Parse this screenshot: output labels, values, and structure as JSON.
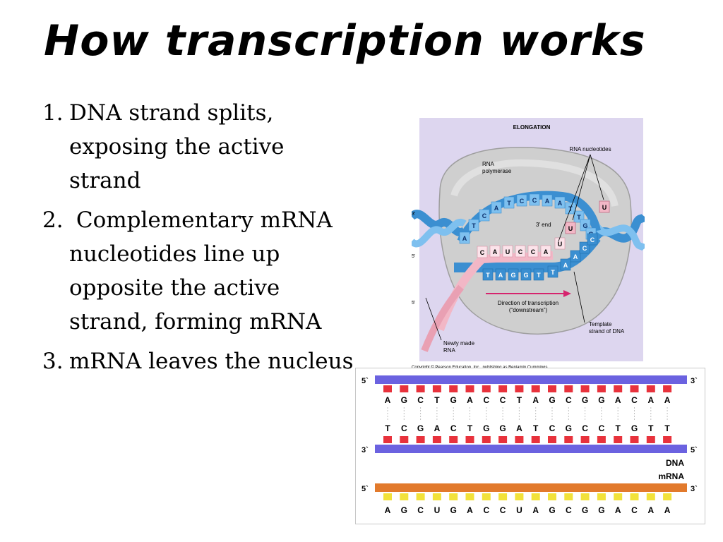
{
  "slide": {
    "title": "How transcription works",
    "items": [
      {
        "number": "1.",
        "text": "DNA strand splits, exposing the active strand"
      },
      {
        "number": "2.",
        "text": " Complementary mRNA nucleotides line up opposite the active strand, forming mRNA"
      },
      {
        "number": "3.",
        "text": "mRNA leaves the nucleus"
      }
    ]
  },
  "elongation_figure": {
    "heading": "ELONGATION",
    "label_rna_nucleotides": "RNA nucleotides",
    "label_rna_polymerase_1": "RNA",
    "label_rna_polymerase_2": "polymerase",
    "label_3_end": "3′ end",
    "label_direction_1": "Direction of transcription",
    "label_direction_2": "(“downstream”)",
    "label_template_1": "Template",
    "label_template_2": "strand of DNA",
    "label_newly_made_1": "Newly made",
    "label_newly_made_2": "RNA",
    "label_left_3": "3′",
    "label_left_5a": "5′",
    "label_left_5b": "5′",
    "upper_strand_bases": [
      "A",
      "T",
      "C",
      "A",
      "T",
      "C",
      "C",
      "A",
      "A",
      "T",
      "T",
      "G",
      "G"
    ],
    "rna_bases": [
      "C",
      "A",
      "U",
      "C",
      "C",
      "A",
      "U"
    ],
    "template_bases": [
      "T",
      "A",
      "G",
      "G",
      "T",
      "T",
      "A",
      "A",
      "C",
      "C"
    ],
    "free_nucleotides": [
      "U",
      "U"
    ],
    "copyright": "Copyright © Pearson Education, Inc., publishing as Benjamin Cummings.",
    "colors": {
      "background": "#ddd6ef",
      "polymerase": "#cfcfcf",
      "dna": "#3b8fd1",
      "rna": "#f2b7c6",
      "arrow": "#d6246e"
    }
  },
  "pairing_figure": {
    "dna_top_bases": [
      "A",
      "G",
      "C",
      "T",
      "G",
      "A",
      "C",
      "C",
      "T",
      "A",
      "G",
      "C",
      "G",
      "G",
      "A",
      "C",
      "A",
      "A"
    ],
    "dna_bottom_bases": [
      "T",
      "C",
      "G",
      "A",
      "C",
      "T",
      "G",
      "G",
      "A",
      "T",
      "C",
      "G",
      "C",
      "C",
      "T",
      "G",
      "T",
      "T"
    ],
    "mrna_bases": [
      "A",
      "G",
      "C",
      "U",
      "G",
      "A",
      "C",
      "C",
      "U",
      "A",
      "G",
      "C",
      "G",
      "G",
      "A",
      "C",
      "A",
      "A"
    ],
    "top_left_label": "5`",
    "top_right_label": "3`",
    "bottom_left_label": "3`",
    "bottom_right_label": "5`",
    "mrna_left_label": "5`",
    "mrna_right_label": "3`",
    "dna_label": "DNA",
    "mrna_label": "mRNA",
    "colors": {
      "dna_backbone": "#6b62e0",
      "dna_tick": "#e8323c",
      "mrna_backbone": "#e27a2c",
      "mrna_tick": "#f2e23a"
    }
  }
}
